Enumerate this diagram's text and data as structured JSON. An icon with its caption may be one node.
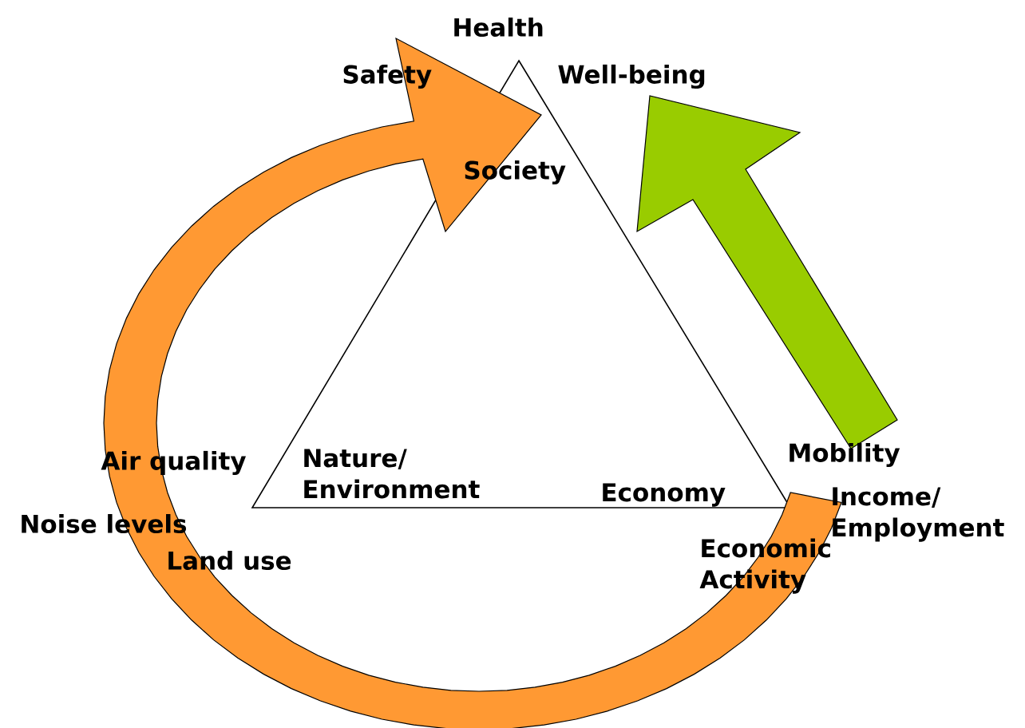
{
  "diagram": {
    "nodes": [
      {
        "text": [
          "Society"
        ]
      },
      {
        "text": [
          "Nature/ Environment"
        ]
      },
      {
        "text": [
          "Economy"
        ]
      },
      {
        "text": [
          "Mobility"
        ]
      },
      {
        "text": [
          "Well-being"
        ]
      }
    ],
    "edges": [
      {
        "from": 2,
        "to": 0,
        "arrow": "to",
        "color": "#ff9933"
      },
      {
        "from": 3,
        "to": 4,
        "arrow": "to",
        "color": "#99cc00"
      }
    ],
    "labels": [
      "Health",
      "Safety",
      "Air quality",
      "Noise levels",
      "Land use",
      "Income/ Employment",
      "Economic Activity"
    ]
  }
}
